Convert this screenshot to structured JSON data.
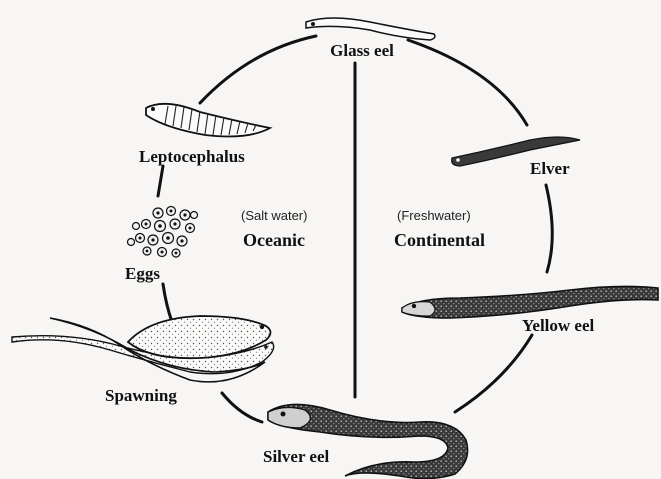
{
  "stages": {
    "glass_eel": "Glass eel",
    "leptocephalus": "Leptocephalus",
    "eggs": "Eggs",
    "spawning": "Spawning",
    "silver_eel": "Silver eel",
    "elver": "Elver",
    "yellow_eel": "Yellow eel"
  },
  "habitats": {
    "oceanic": {
      "name": "Oceanic",
      "water": "(Salt water)"
    },
    "continental": {
      "name": "Continental",
      "water": "(Freshwater)"
    }
  }
}
